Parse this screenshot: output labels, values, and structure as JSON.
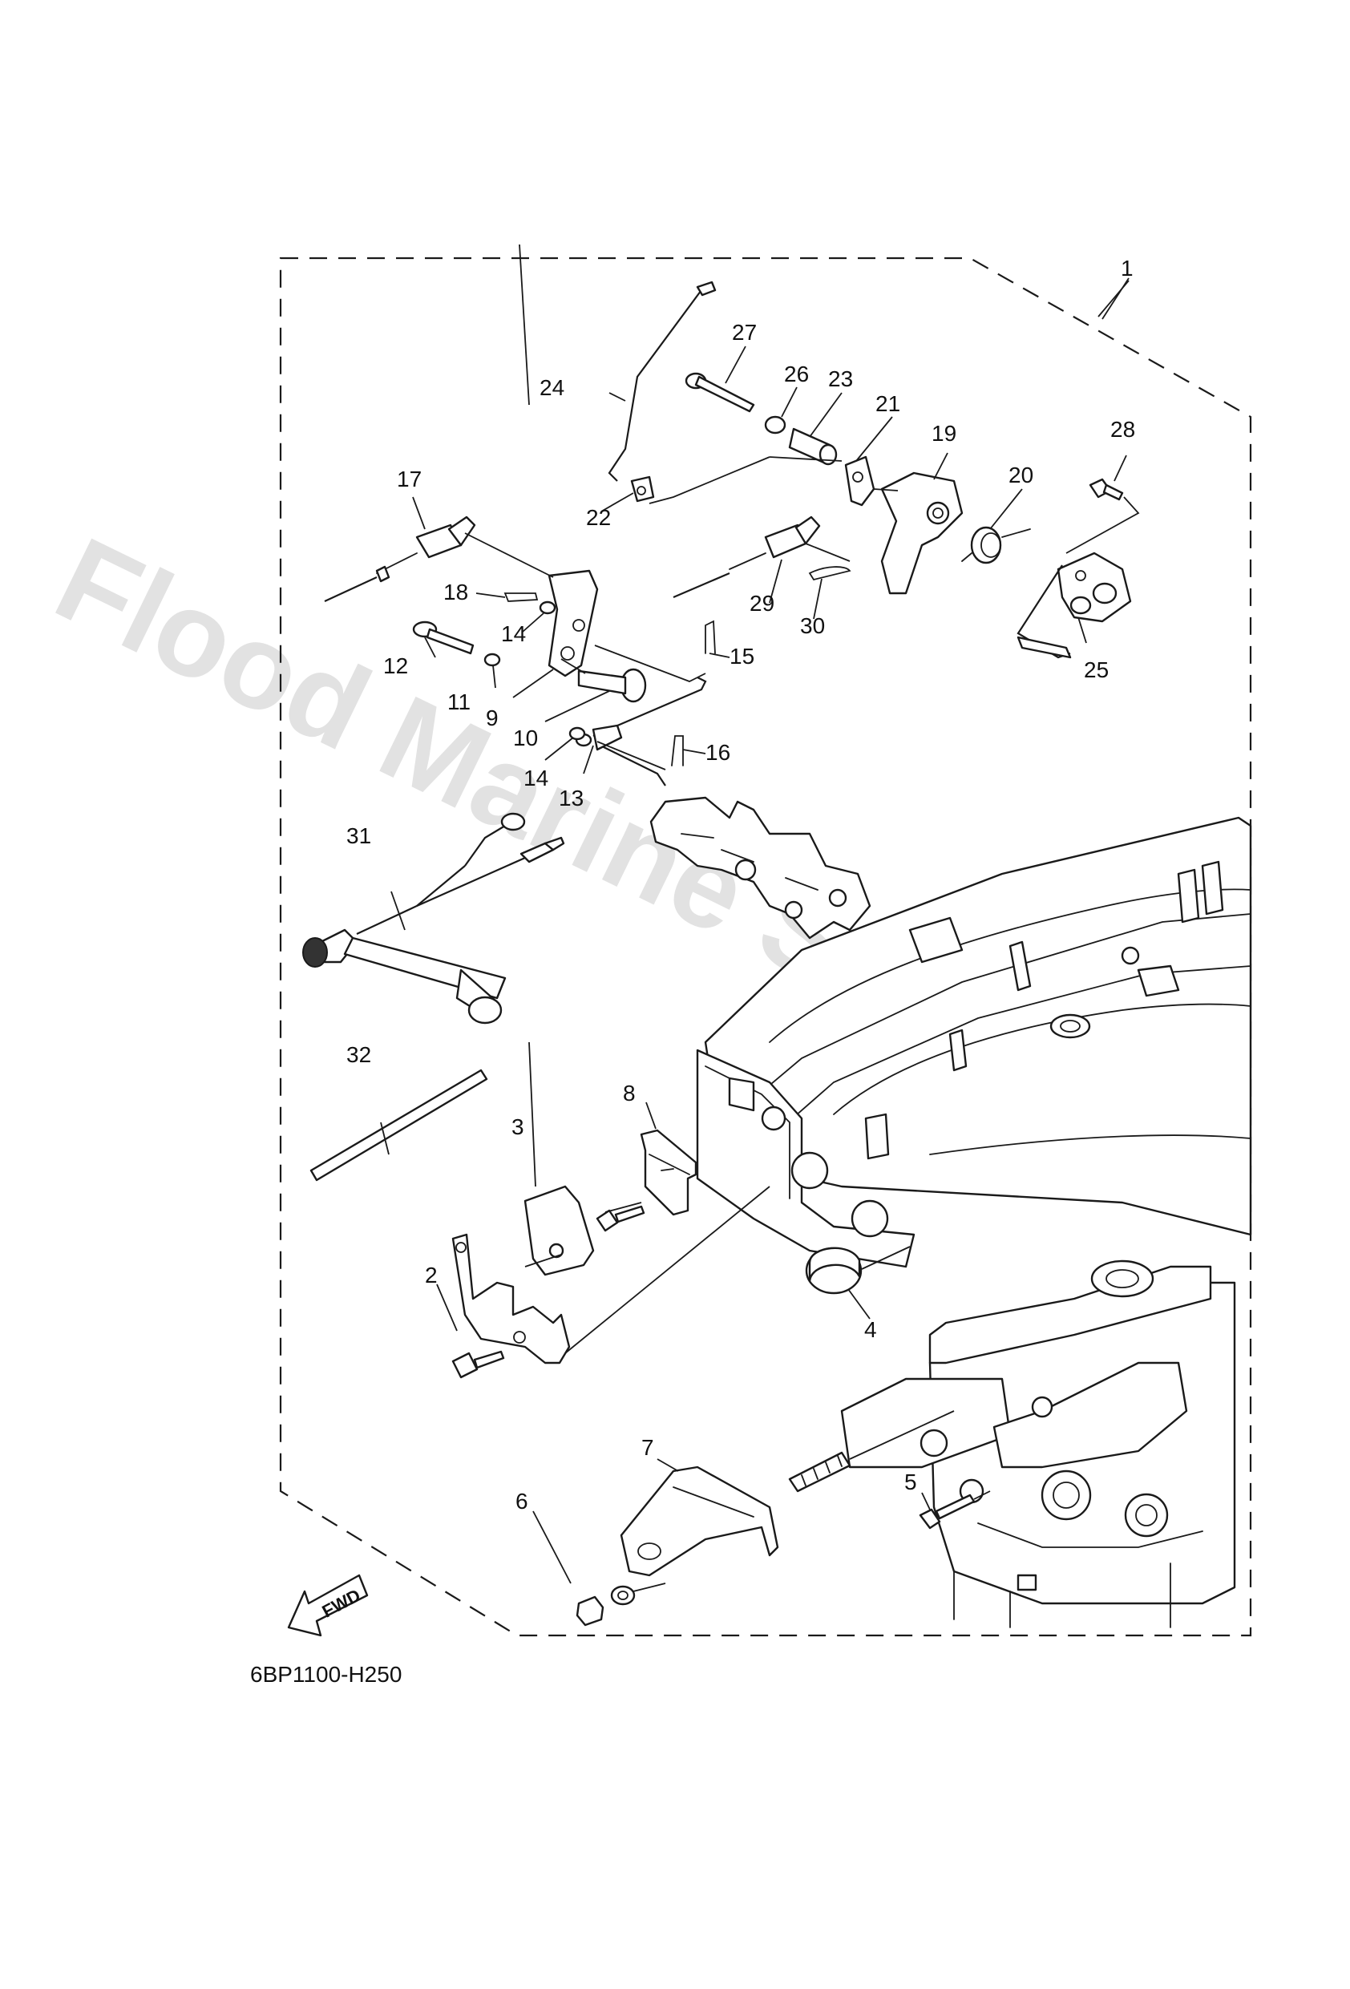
{
  "diagram": {
    "code": "6BP1100-H250",
    "watermark": "Flood Marine Services",
    "fwd_label": "FWD",
    "callouts": [
      "1",
      "2",
      "3",
      "4",
      "5",
      "6",
      "7",
      "8",
      "9",
      "10",
      "11",
      "12",
      "13",
      "14",
      "14",
      "15",
      "16",
      "17",
      "18",
      "19",
      "20",
      "21",
      "22",
      "23",
      "24",
      "25",
      "26",
      "27",
      "28",
      "29",
      "30",
      "31",
      "32"
    ]
  }
}
